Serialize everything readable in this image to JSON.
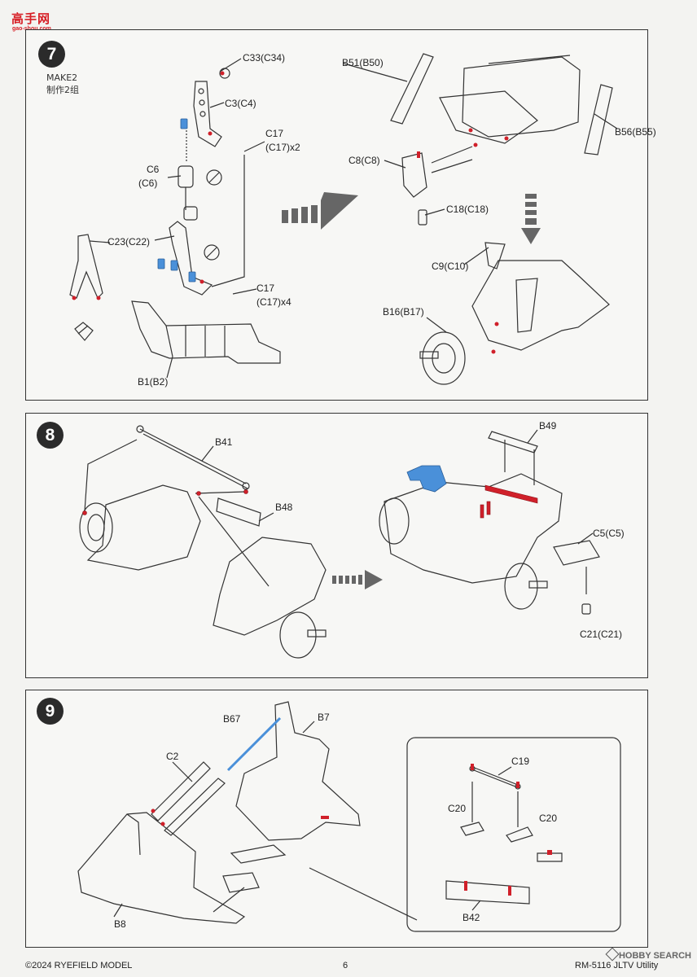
{
  "logo": {
    "text": "高手网",
    "sub": "gao-shou.com"
  },
  "steps": {
    "s7": {
      "number": "7",
      "make": "MAKE2",
      "make_cn": "制作2组",
      "labels": {
        "c33": "C33(C34)",
        "c3": "C3(C4)",
        "c17a_1": "C17",
        "c17a_2": "(C17)x2",
        "c6_1": "C6",
        "c6_2": "(C6)",
        "c23": "C23(C22)",
        "c17b_1": "C17",
        "c17b_2": "(C17)x4",
        "b1": "B1(B2)",
        "b51": "B51(B50)",
        "b56": "B56(B55)",
        "c8": "C8(C8)",
        "c18": "C18(C18)",
        "c9": "C9(C10)",
        "b16": "B16(B17)"
      }
    },
    "s8": {
      "number": "8",
      "labels": {
        "b41": "B41",
        "b48": "B48",
        "b49": "B49",
        "c5": "C5(C5)",
        "c21": "C21(C21)"
      }
    },
    "s9": {
      "number": "9",
      "labels": {
        "b67": "B67",
        "b7": "B7",
        "c2": "C2",
        "b8": "B8",
        "c19": "C19",
        "c20a": "C20",
        "c20b": "C20",
        "b42": "B42"
      }
    }
  },
  "footer": {
    "copyright": "©2024 RYEFIELD MODEL",
    "page": "6",
    "product": "RM-5116 JLTV Utility",
    "watermark": "HOBBY SEARCH"
  },
  "colors": {
    "highlight_red": "#d0202a",
    "highlight_blue": "#4a90d9",
    "line": "#333333"
  }
}
